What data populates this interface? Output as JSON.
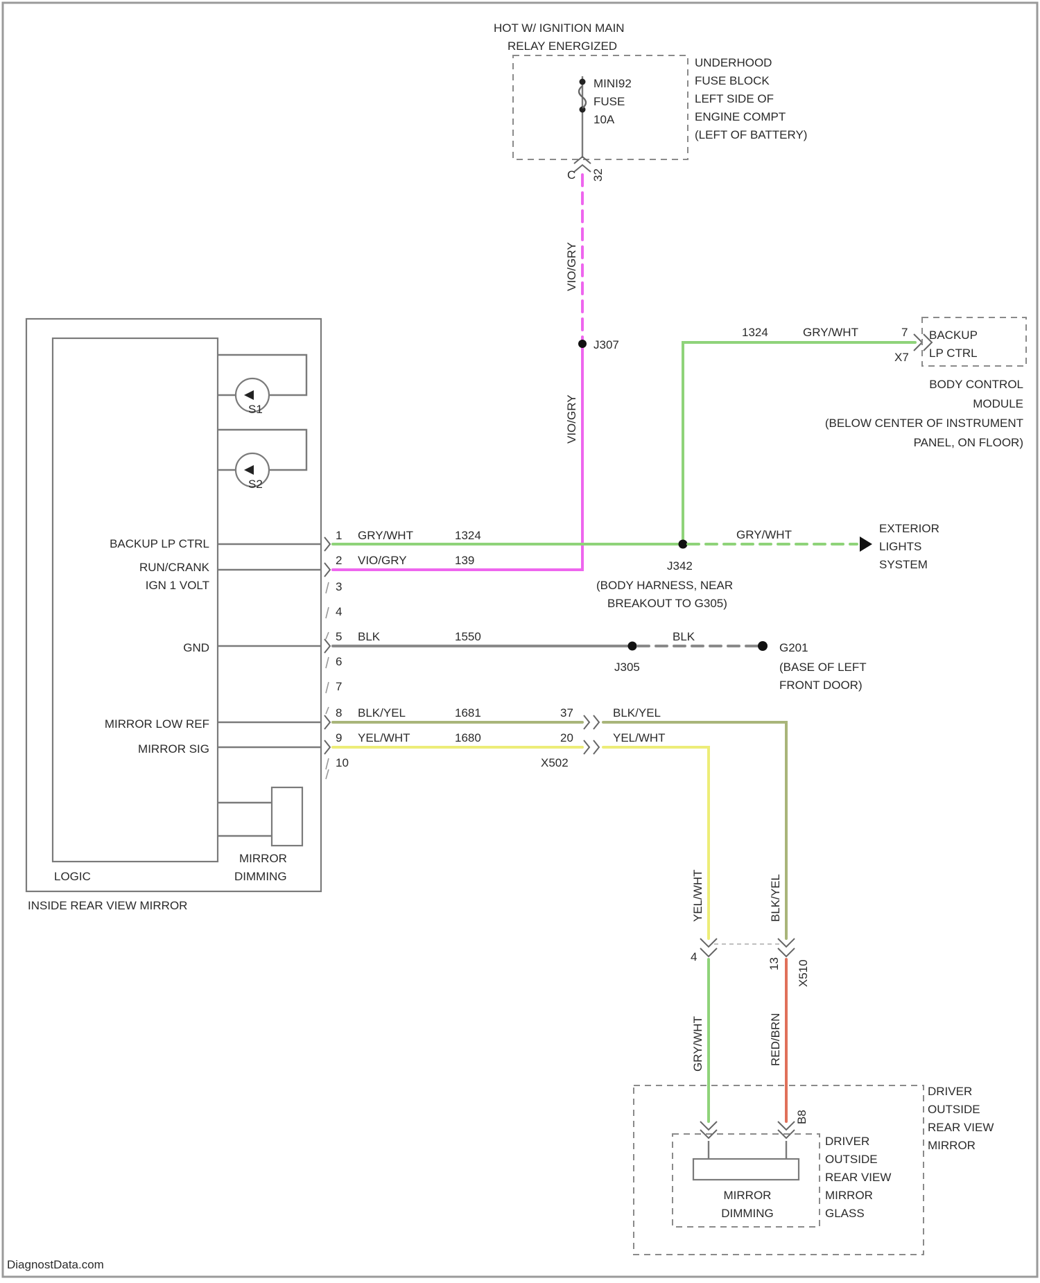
{
  "colors": {
    "violet_gray": "#ee66ee",
    "gray_white": "#8fd37a",
    "black": "#8a8a8a",
    "black_yellow": "#a9b57a",
    "yellow_white": "#eded78",
    "red_brown": "#e0705a",
    "line": "#777777"
  },
  "power": {
    "title_line1": "HOT W/ IGNITION MAIN",
    "title_line2": "RELAY ENERGIZED",
    "fuse_line1": "MINI92",
    "fuse_line2": "FUSE",
    "fuse_line3": "10A",
    "fuse_block_line1": "UNDERHOOD",
    "fuse_block_line2": "FUSE BLOCK",
    "fuse_block_line3": "LEFT SIDE OF",
    "fuse_block_line4": "ENGINE COMPT",
    "fuse_block_line5": "(LEFT OF BATTERY)",
    "pin": "32",
    "pin_side": "C"
  },
  "vio_wire": {
    "label_upper": "VIO/GRY",
    "label_lower": "VIO/GRY",
    "splice": "J307"
  },
  "bcm": {
    "circuit": "1324",
    "color": "GRY/WHT",
    "pin": "7",
    "connector": "X7",
    "label_line1": "BACKUP",
    "label_line2": "LP CTRL",
    "module_line1": "BODY CONTROL",
    "module_line2": "MODULE",
    "module_line3": "(BELOW CENTER OF INSTRUMENT",
    "module_line4": "PANEL, ON FLOOR)"
  },
  "inside_mirror": {
    "label": "INSIDE REAR VIEW MIRROR",
    "logic_label": "LOGIC",
    "dimming_line1": "MIRROR",
    "dimming_line2": "DIMMING",
    "sensor1": "S1",
    "sensor2": "S2",
    "pin_labels": {
      "backup_lp_ctrl": "BACKUP LP CTRL",
      "run_crank_line1": "RUN/CRANK",
      "run_crank_line2": "IGN 1 VOLT",
      "gnd": "GND",
      "mirror_low_ref": "MIRROR LOW REF",
      "mirror_sig": "MIRROR SIG"
    },
    "pins": [
      "1",
      "2",
      "3",
      "4",
      "5",
      "6",
      "7",
      "8",
      "9",
      "10"
    ]
  },
  "wires": {
    "w1_color": "GRY/WHT",
    "w1_circuit": "1324",
    "w2_color": "VIO/GRY",
    "w2_circuit": "139",
    "w5_color": "BLK",
    "w5_circuit": "1550",
    "w8_color": "BLK/YEL",
    "w8_circuit": "1681",
    "w9_color": "YEL/WHT",
    "w9_circuit": "1680"
  },
  "splice_j342": {
    "label": "J342",
    "desc_line1": "(BODY HARNESS, NEAR",
    "desc_line2": "BREAKOUT TO G305)",
    "right_color": "GRY/WHT",
    "ext_line1": "EXTERIOR",
    "ext_line2": "LIGHTS",
    "ext_line3": "SYSTEM"
  },
  "ground": {
    "splice": "J305",
    "color": "BLK",
    "label": "G201",
    "desc_line1": "(BASE OF LEFT",
    "desc_line2": "FRONT DOOR)"
  },
  "x502": {
    "label": "X502",
    "pin_a": "37",
    "pin_b": "20",
    "right_a_color": "BLK/YEL",
    "right_b_color": "YEL/WHT"
  },
  "door": {
    "left_vertical": "YEL/WHT",
    "right_vertical": "BLK/YEL",
    "left_pin": "4",
    "right_pin": "13",
    "connector": "X510",
    "lower_left": "GRY/WHT",
    "lower_right": "RED/BRN",
    "mirror_pin": "B8",
    "outside_line1": "DRIVER",
    "outside_line2": "OUTSIDE",
    "outside_line3": "REAR VIEW",
    "outside_line4": "MIRROR",
    "glass_line1": "DRIVER",
    "glass_line2": "OUTSIDE",
    "glass_line3": "REAR VIEW",
    "glass_line4": "MIRROR",
    "glass_line5": "GLASS",
    "dimming_line1": "MIRROR",
    "dimming_line2": "DIMMING"
  },
  "footer": "DiagnostData.com"
}
